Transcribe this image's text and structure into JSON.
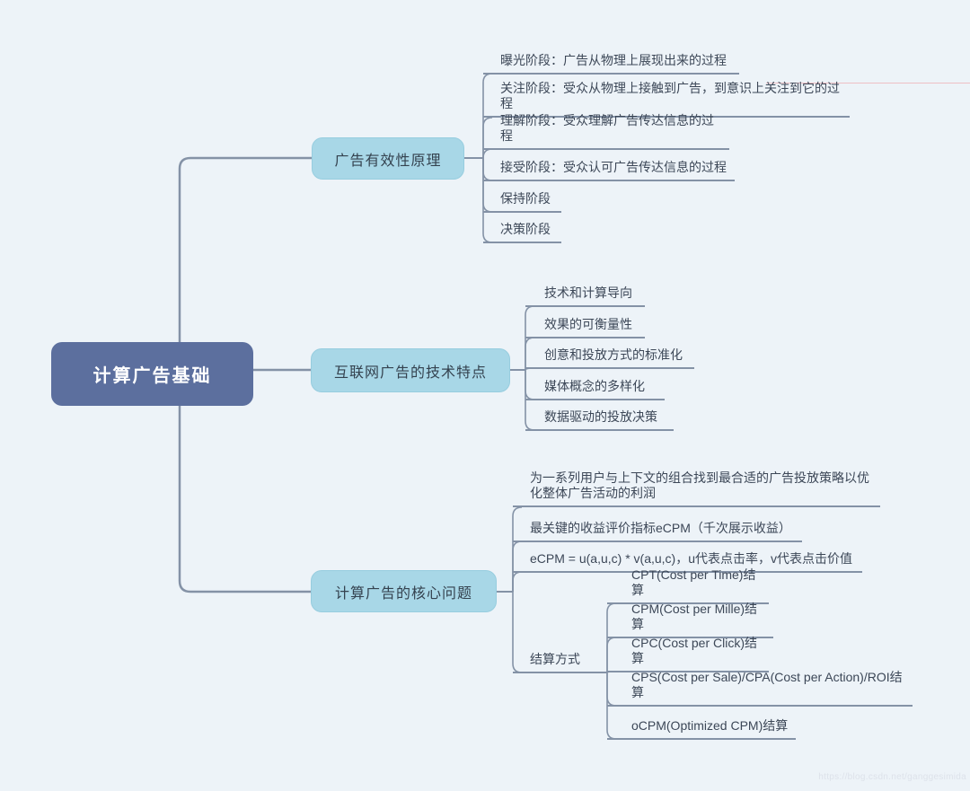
{
  "page": {
    "watermark": "https://blog.csdn.net/ganggesimida",
    "background": "#edf3f8"
  },
  "colors": {
    "root_fill": "#5c6f9e",
    "root_text": "#ffffff",
    "branch_fill": "#a8d7e7",
    "branch_border": "#97cddf",
    "branch_text": "#34424f",
    "line": "#8492a6",
    "leaf_text": "#3c4757",
    "artifact_line": "#f0828780"
  },
  "mindmap": {
    "root": {
      "label": "计算广告基础"
    },
    "branches": [
      {
        "label": "广告有效性原理",
        "children": [
          "曝光阶段：广告从物理上展现出来的过程",
          "关注阶段：受众从物理上接触到广告，到意识上关注到它的过程",
          "理解阶段：受众理解广告传达信息的过程",
          "接受阶段：受众认可广告传达信息的过程",
          "保持阶段",
          "决策阶段"
        ]
      },
      {
        "label": "互联网广告的技术特点",
        "children": [
          "技术和计算导向",
          "效果的可衡量性",
          "创意和投放方式的标准化",
          "媒体概念的多样化",
          "数据驱动的投放决策"
        ]
      },
      {
        "label": "计算广告的核心问题",
        "children": [
          "为一系列用户与上下文的组合找到最合适的广告投放策略以优化整体广告活动的利润",
          "最关键的收益评价指标eCPM（千次展示收益）",
          "eCPM = u(a,u,c) * v(a,u,c)，u代表点击率，v代表点击价值",
          {
            "label": "结算方式",
            "children": [
              "CPT(Cost per Time)结算",
              "CPM(Cost per Mille)结算",
              "CPC(Cost per Click)结算",
              "CPS(Cost per Sale)/CPA(Cost per Action)/ROI结算",
              "oCPM(Optimized CPM)结算"
            ]
          }
        ]
      }
    ]
  }
}
